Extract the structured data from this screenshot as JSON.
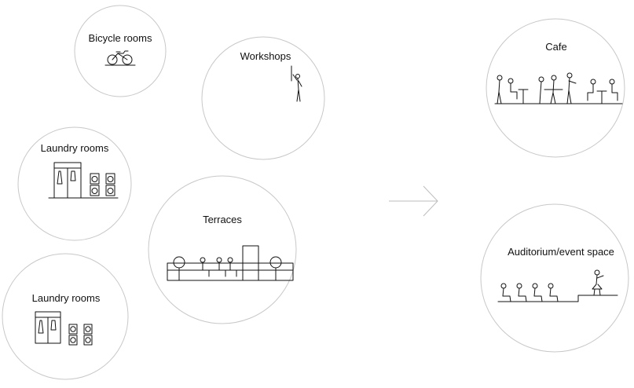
{
  "diagram": {
    "left_group": {
      "bicycle": {
        "label": "Bicycle rooms",
        "icon": "bicycle-icon"
      },
      "workshops": {
        "label": "Workshops",
        "icon": "worker-icon"
      },
      "laundry_upper": {
        "label": "Laundry rooms",
        "icon": "laundry-icon"
      },
      "terraces": {
        "label": "Terraces",
        "icon": "terrace-seating-icon"
      },
      "laundry_lower": {
        "label": "Laundry rooms",
        "icon": "laundry-icon"
      }
    },
    "arrow": {
      "icon": "arrow-right-icon"
    },
    "right_group": {
      "cafe": {
        "label": "Cafe",
        "icon": "cafe-people-icon"
      },
      "auditorium": {
        "label": "Auditorium/event space",
        "icon": "audience-stage-icon"
      }
    },
    "colors": {
      "circle_stroke": "#c8c8c8",
      "ink": "#111111",
      "arrow": "#bdbdbd"
    }
  }
}
